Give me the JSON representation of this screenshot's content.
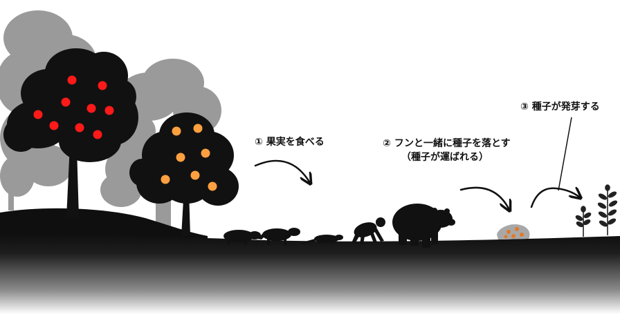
{
  "steps": {
    "step1": "① 果実を食べる",
    "step2": "② フンと一緒に種子を落とす",
    "step2_sub": "（種子が運ばれる）",
    "step3": "③ 種子が発芽する"
  },
  "colors": {
    "background": "#ffffff",
    "silhouette": "#111111",
    "background_trees": "#9a9a9a",
    "red_fruit": "#ff1a1a",
    "orange_fruit": "#ffa040",
    "dropping": "#a8a8a8",
    "seed": "#e07a2a"
  },
  "icons": [
    "red-fruit-tree-icon",
    "orange-fruit-tree-icon",
    "badger-icon",
    "raccoon-dog-icon",
    "marten-icon",
    "monkey-icon",
    "bear-icon",
    "dropping-with-seeds-icon",
    "sprout-icon"
  ]
}
